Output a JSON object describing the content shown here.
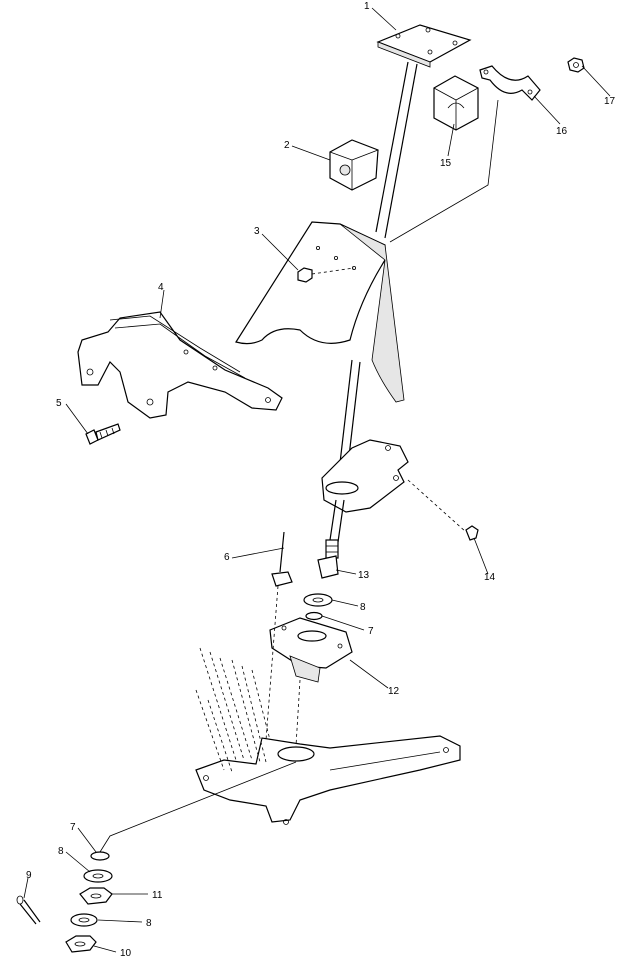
{
  "diagram": {
    "callouts": [
      {
        "id": "c1",
        "label": "1"
      },
      {
        "id": "c2",
        "label": "2"
      },
      {
        "id": "c3",
        "label": "3"
      },
      {
        "id": "c4",
        "label": "4"
      },
      {
        "id": "c5",
        "label": "5"
      },
      {
        "id": "c6",
        "label": "6"
      },
      {
        "id": "c7a",
        "label": "7"
      },
      {
        "id": "c7b",
        "label": "7"
      },
      {
        "id": "c8a",
        "label": "8"
      },
      {
        "id": "c8b",
        "label": "8"
      },
      {
        "id": "c8c",
        "label": "8"
      },
      {
        "id": "c9",
        "label": "9"
      },
      {
        "id": "c10",
        "label": "10"
      },
      {
        "id": "c11",
        "label": "11"
      },
      {
        "id": "c12",
        "label": "12"
      },
      {
        "id": "c13",
        "label": "13"
      },
      {
        "id": "c14",
        "label": "14"
      },
      {
        "id": "c15",
        "label": "15"
      },
      {
        "id": "c16",
        "label": "16"
      },
      {
        "id": "c17",
        "label": "17"
      }
    ]
  }
}
